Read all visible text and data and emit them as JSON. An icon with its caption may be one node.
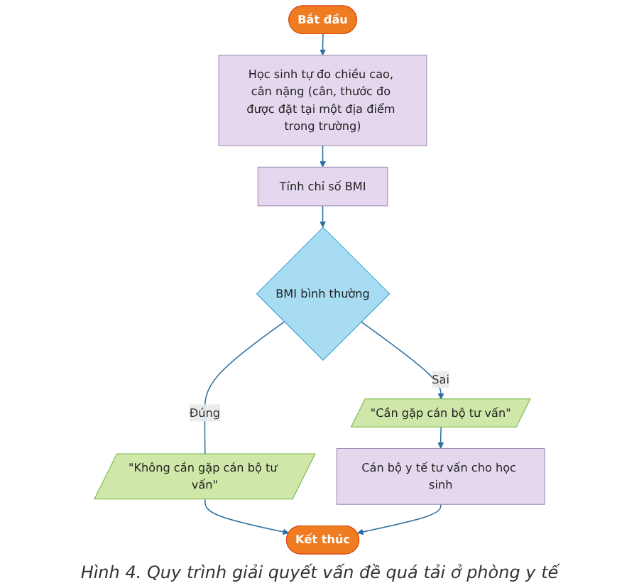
{
  "diagram": {
    "caption": "Hình 4. Quy trình giải quyết vấn đề quá tải ở phòng y tế",
    "nodes": [
      {
        "text": [
          "Bắt đầu"
        ]
      },
      {
        "text": [
          "Học sinh tự đo chiều cao, cân nặng (cân, thước đo được đặt tại một địa điểm trong trường)"
        ]
      },
      {
        "text": [
          "Tính chỉ số BMI"
        ]
      },
      {
        "text": [
          "BMI bình thường"
        ]
      },
      {
        "text": [
          "\"Không cần gặp cán bộ tư vấn\""
        ]
      },
      {
        "text": [
          "\"Cần gặp cán bộ tư vấn\""
        ]
      },
      {
        "text": [
          "Cán bộ y tế tư vấn cho học sinh"
        ]
      },
      {
        "text": [
          "Kết thúc"
        ]
      }
    ],
    "edges": [
      {
        "from": 0,
        "to": 1,
        "arrow": "to"
      },
      {
        "from": 1,
        "to": 2,
        "arrow": "to"
      },
      {
        "from": 2,
        "to": 3,
        "arrow": "to"
      },
      {
        "from": 3,
        "to": 4,
        "label": "Đúng",
        "arrow": "none"
      },
      {
        "from": 3,
        "to": 5,
        "label": "Sai",
        "arrow": "to"
      },
      {
        "from": 5,
        "to": 6,
        "arrow": "to"
      },
      {
        "from": 4,
        "to": 7,
        "arrow": "to"
      },
      {
        "from": 6,
        "to": 7,
        "arrow": "to"
      }
    ]
  }
}
